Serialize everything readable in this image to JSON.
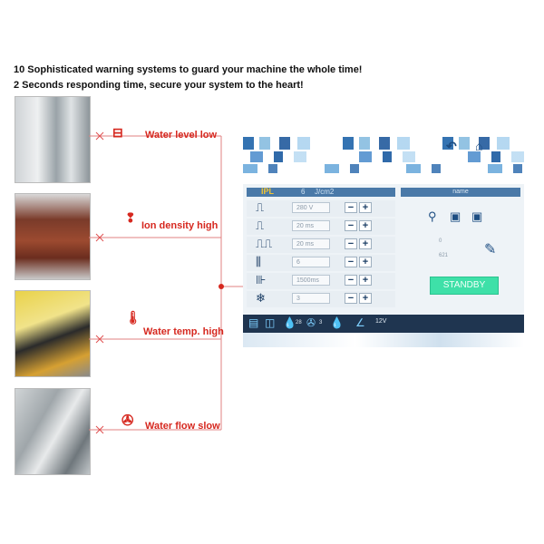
{
  "headlines": {
    "line1": "10 Sophisticated warning systems to guard your machine the whole time!",
    "line2": "2 Seconds responding time, secure your system to the heart!"
  },
  "warnings": [
    {
      "label": "Water level low",
      "icon": "beaker-icon"
    },
    {
      "label": "Ion density high",
      "icon": "drop-icon"
    },
    {
      "label": "Water temp. high",
      "icon": "thermometer-icon"
    },
    {
      "label": "Water flow slow",
      "icon": "fan-icon"
    }
  ],
  "ui": {
    "mode_label": "IPL",
    "mode_value": "6",
    "mode_unit": "J/cm2",
    "params": [
      {
        "icon": "single-pulse-icon",
        "value": "280 V"
      },
      {
        "icon": "pulse-width-icon",
        "value": "20 ms"
      },
      {
        "icon": "multi-pulse-icon",
        "value": "20 ms"
      },
      {
        "icon": "pulse-train-icon",
        "value": "6"
      },
      {
        "icon": "pulse-delay-icon",
        "value": "1500ms"
      },
      {
        "icon": "cooling-icon",
        "value": "3"
      }
    ],
    "minus_label": "−",
    "plus_label": "+",
    "name_header": "name",
    "counter_top": "0",
    "counter_bottom": "621",
    "standby_label": "STANDBY",
    "status": {
      "temp": "28",
      "fan": "3",
      "volt": "12V"
    }
  },
  "colors": {
    "warning_red": "#d6281f",
    "standby_green": "#3ee0a8",
    "header_blue": "#4a79a8"
  }
}
